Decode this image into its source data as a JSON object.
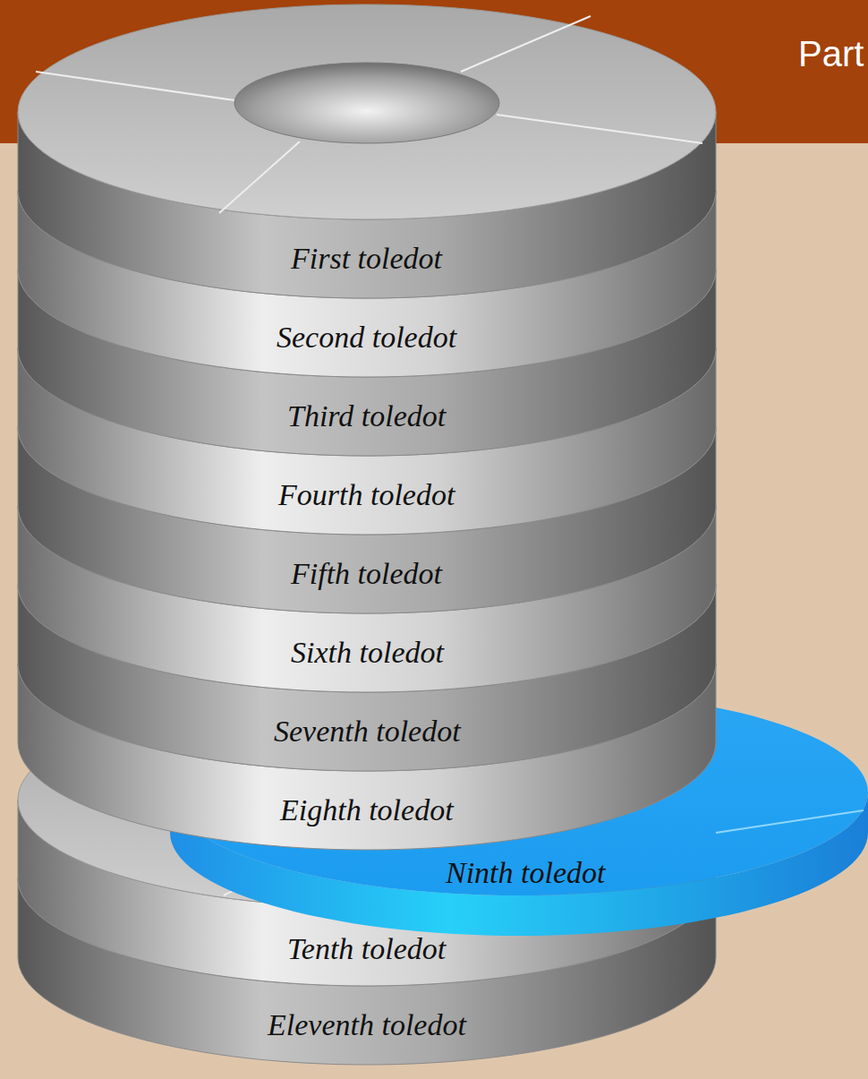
{
  "diagram": {
    "nodes": [
      {
        "text": [
          "First toledot"
        ]
      },
      {
        "text": [
          "Second toledot"
        ]
      },
      {
        "text": [
          "Third toledot"
        ]
      },
      {
        "text": [
          "Fourth toledot"
        ]
      },
      {
        "text": [
          "Fifth toledot"
        ]
      },
      {
        "text": [
          "Sixth toledot"
        ]
      },
      {
        "text": [
          "Seventh toledot"
        ]
      },
      {
        "text": [
          "Eighth toledot"
        ]
      },
      {
        "text": [
          "Ninth toledot"
        ]
      },
      {
        "text": [
          "Tenth toledot"
        ]
      },
      {
        "text": [
          "Eleventh toledot"
        ]
      }
    ],
    "labels": [
      "Part"
    ]
  }
}
